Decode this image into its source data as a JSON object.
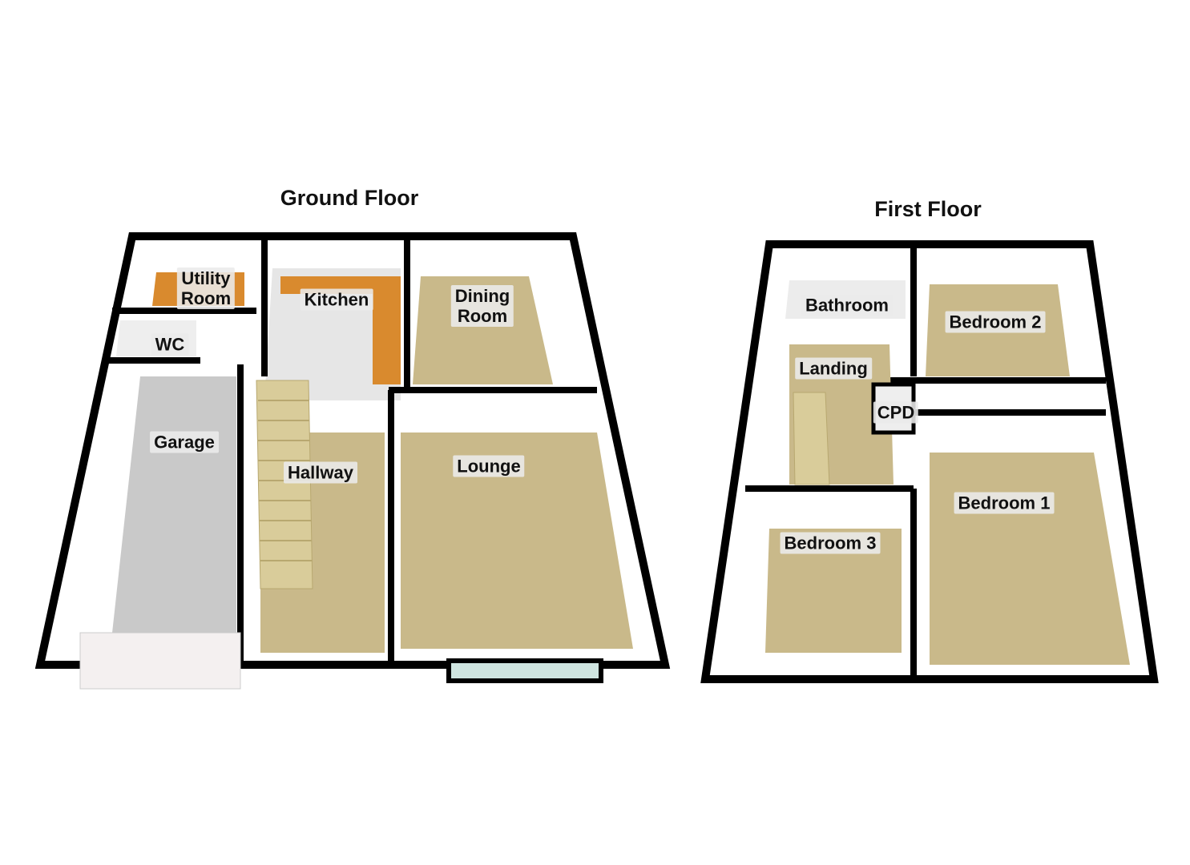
{
  "floors": [
    {
      "title": "Ground Floor",
      "rooms": [
        "Utility\nRoom",
        "Kitchen",
        "Dining\nRoom",
        "WC",
        "Garage",
        "Hallway",
        "Lounge"
      ]
    },
    {
      "title": "First Floor",
      "rooms": [
        "Bathroom",
        "Bedroom 2",
        "Landing",
        "CPD",
        "Bedroom 1",
        "Bedroom 3"
      ]
    }
  ],
  "labels": {
    "utility_1": "Utility",
    "utility_2": "Room",
    "kitchen": "Kitchen",
    "dining_1": "Dining",
    "dining_2": "Room",
    "wc": "WC",
    "garage": "Garage",
    "hallway": "Hallway",
    "lounge": "Lounge",
    "bathroom": "Bathroom",
    "bedroom2": "Bedroom 2",
    "landing": "Landing",
    "cpd": "CPD",
    "bedroom1": "Bedroom 1",
    "bedroom3": "Bedroom 3",
    "ground_title": "Ground Floor",
    "first_title": "First Floor"
  },
  "colors": {
    "wall": "#000000",
    "carpet": "#c9b98a",
    "garage_floor": "#c9c9c9",
    "worktop": "#d98a2e",
    "tiles": "#e6e6e6"
  }
}
